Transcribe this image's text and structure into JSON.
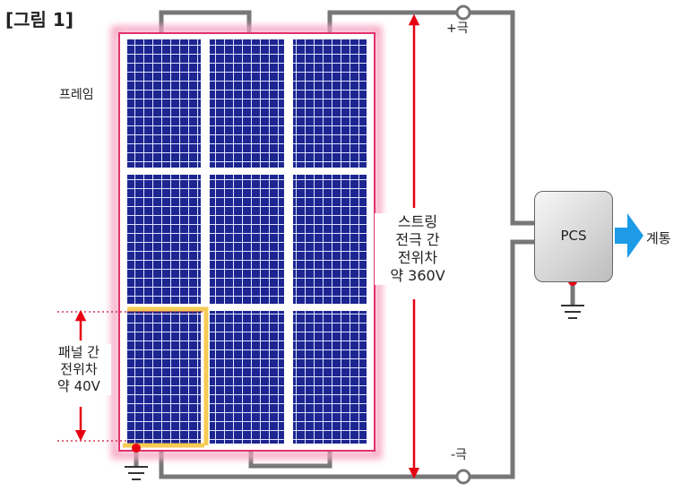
{
  "figure": {
    "title": "[그림 1]"
  },
  "labels": {
    "frame": "프레임",
    "plus_pole": "+극",
    "minus_pole": "-극",
    "string_voltage": [
      "스트링",
      "전극 간",
      "전위차",
      "약 360V"
    ],
    "panel_voltage": [
      "패널 간",
      "전위차",
      "약 40V"
    ],
    "pcs": "PCS",
    "grid": "계통"
  },
  "colors": {
    "panel_blue": "#1c2590",
    "frame_pink": "#e0336b",
    "arrow_red": "#e60012",
    "wire_gray": "#777777",
    "grid_arrow": "#1d9be6",
    "highlight_yellow": "#f5c542"
  },
  "icons": [
    "ground-icon",
    "terminal-icon",
    "arrow-right-icon"
  ]
}
